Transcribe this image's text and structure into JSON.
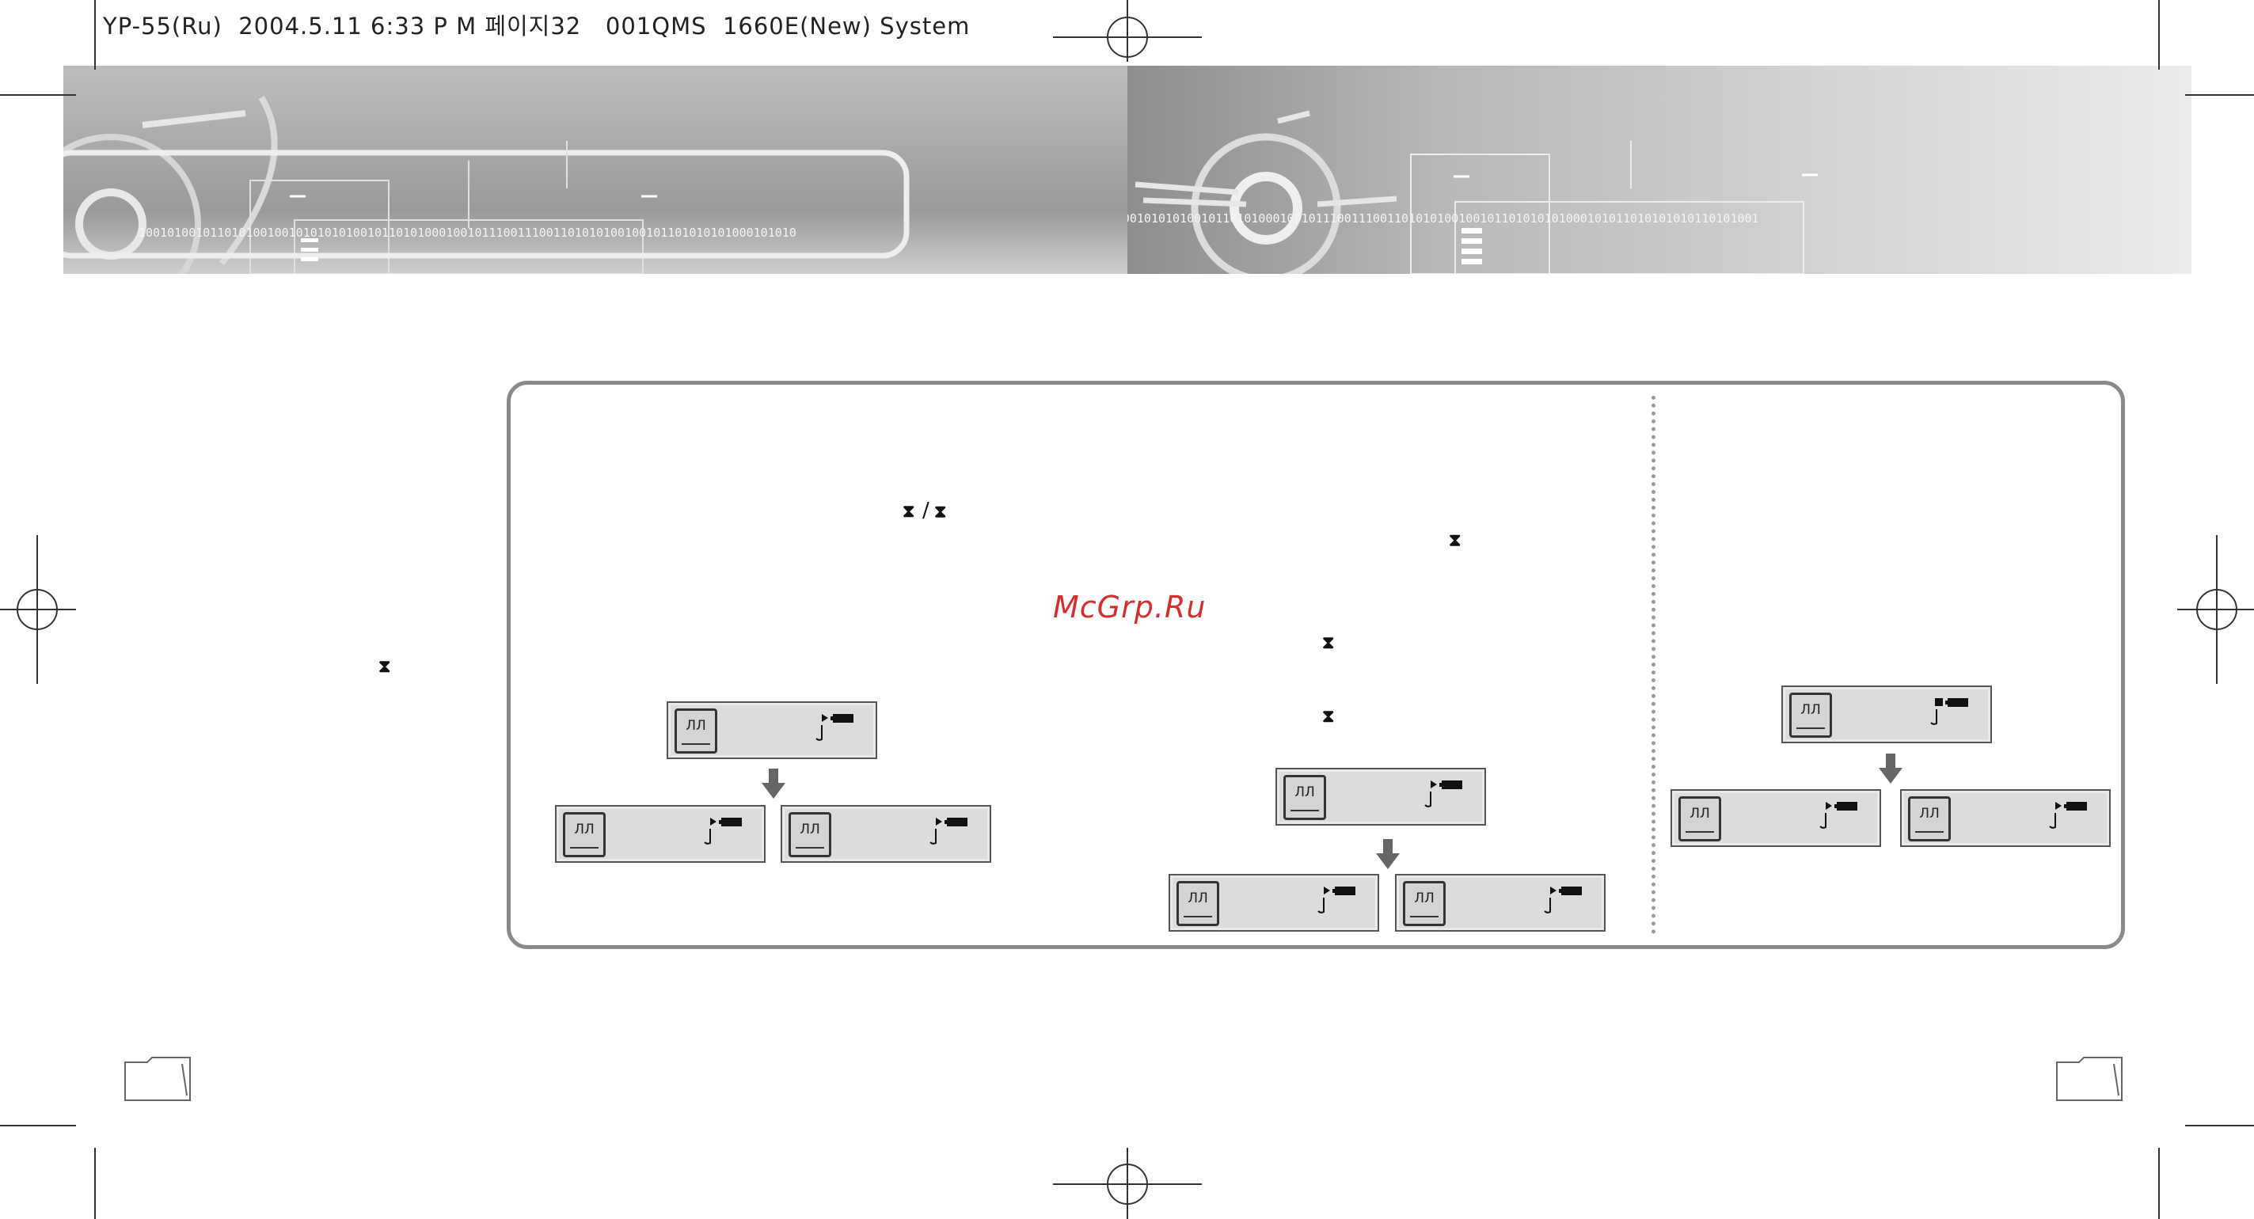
{
  "print_header": {
    "text": "YP-55(Ru)  2004.5.11 6:33 P M 페이지32   001QMS  1660E(New) System"
  },
  "banner": {
    "binary_left": "10010100101101010010010101010100101101010001001011100111001101010100100101101010101000101010",
    "binary_right": "00101101011010101001001010100101010100101101010001001011100111001101010100100101101010101000101011010101010110101001"
  },
  "watermark": {
    "text": "McGrp.Ru"
  },
  "icons": {
    "skip_fwd": "⧗",
    "skip_back": "⧗",
    "slash": "/"
  },
  "lcd": {
    "tile_label": "ЛЛ"
  },
  "colors": {
    "box_border": "#8a8a8a",
    "banner_gray": "#a9a9a9",
    "watermark": "#d03030"
  }
}
